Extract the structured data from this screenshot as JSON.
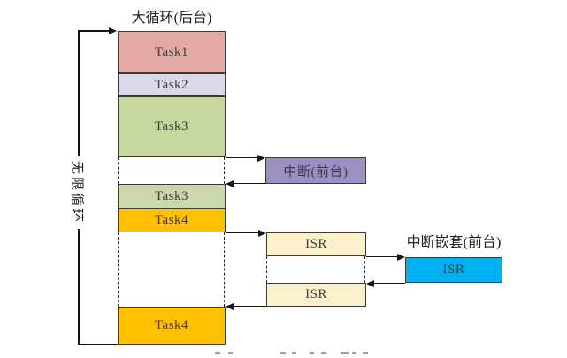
{
  "diagram": {
    "title": "大循环(后台)",
    "infinite_loop_label": "无限循环",
    "nested_interrupt_title": "中断嵌套(前台)",
    "interrupt_label": "中断(前台)",
    "tasks": {
      "task1": "Task1",
      "task2": "Task2",
      "task3": "Task3",
      "task3_resumed": "Task3",
      "task4": "Task4",
      "task4_resumed": "Task4"
    },
    "isr": {
      "first": "ISR",
      "second": "ISR",
      "nested": "ISR"
    },
    "colors": {
      "task1": "#e2a9a5",
      "task2": "#dcd7e9",
      "task3": "#c5d69e",
      "task3_resumed": "#cbd8ac",
      "task4": "#ffc000",
      "interrupt": "#9d8ec3",
      "isr": "#fbf0cc",
      "isr_nested": "#00b0f0",
      "box_border": "#3a3a3a",
      "connector_line": "#141414"
    }
  }
}
